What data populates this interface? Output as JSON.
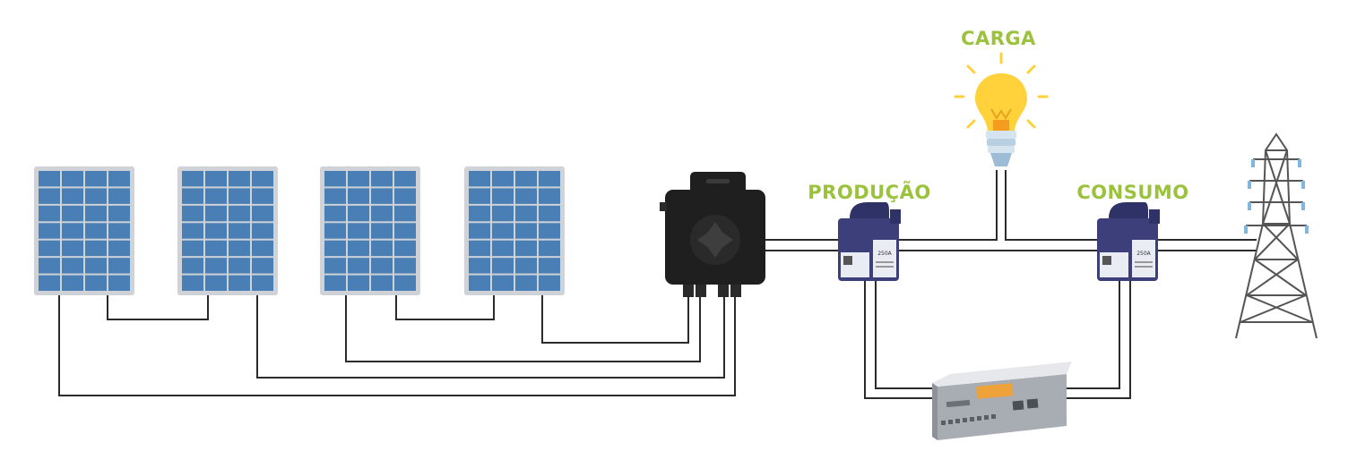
{
  "labels": {
    "carga": "CARGA",
    "producao": "PRODUÇÃO",
    "consumo": "CONSUMO"
  },
  "device_text": {
    "ct_production_rating": "250A",
    "ct_consumption_rating": "250A"
  },
  "colors": {
    "label": "#9bc23c",
    "wire": "#2b2b2b",
    "panel_frame": "#cfd3d8",
    "panel_cell": "#4a7fb5",
    "inverter": "#1f1f1f",
    "ct_clamp": "#3c3f7a",
    "bulb": "#ffd23c",
    "tower": "#555555"
  },
  "components": {
    "solar_panels": [
      "solar-panel",
      "solar-panel",
      "solar-panel",
      "solar-panel"
    ],
    "inverter_icon": "microinverter-icon",
    "load_icon": "light-bulb-icon",
    "grid_icon": "transmission-tower-icon",
    "meter_icon": "energy-meter-icon",
    "sensor_icon": "current-clamp-icon"
  }
}
